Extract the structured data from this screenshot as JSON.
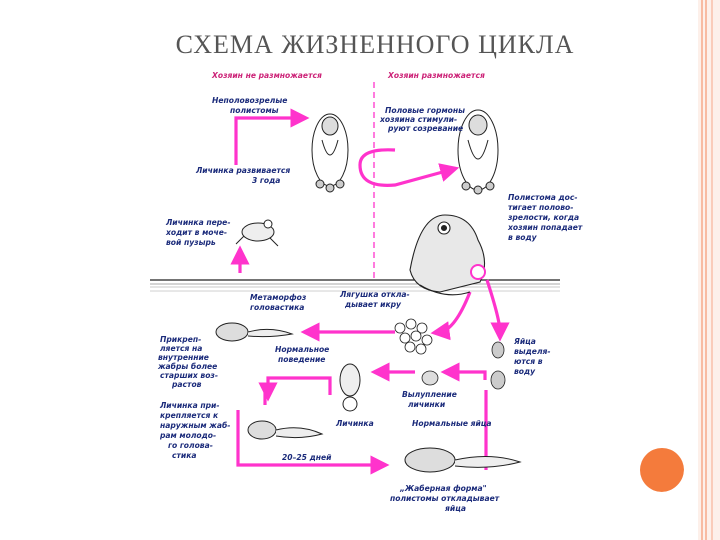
{
  "title": "СХЕМА ЖИЗНЕННОГО ЦИКЛА",
  "colors": {
    "accent": "#ff33cc",
    "label": "#1a2a7a",
    "border_orange": "#f6a98a",
    "circle_orange": "#f47b3c"
  },
  "labels": {
    "host_no_breed": "Хозяин не размножается",
    "host_breed": "Хозяин размножается",
    "immature_1": "Неполовозрелые",
    "immature_2": "полистомы",
    "hormones_1": "Половые гормоны",
    "hormones_2": "хозяина стимули-",
    "hormones_3": "руют созревание",
    "develops_1": "Личинка развивается",
    "develops_2": "3 года",
    "moves_1": "Личинка пере-",
    "moves_2": "ходит в моче-",
    "moves_3": "вой пузырь",
    "mature_1": "Полистома дос-",
    "mature_2": "тигает полово-",
    "mature_3": "зрелости, когда",
    "mature_4": "хозяин попадает",
    "mature_5": "в воду",
    "metamorph_1": "Метаморфоз",
    "metamorph_2": "головастика",
    "frog_eggs_1": "Лягушка откла-",
    "frog_eggs_2": "дывает икру",
    "attach_int_1": "Прикреп-",
    "attach_int_2": "ляется на",
    "attach_int_3": "внутренние",
    "attach_int_4": "жабры более",
    "attach_int_5": "старших воз-",
    "attach_int_6": "растов",
    "normal_beh_1": "Нормальное",
    "normal_beh_2": "поведение",
    "eggs_release_1": "Яйца",
    "eggs_release_2": "выделя-",
    "eggs_release_3": "ются в",
    "eggs_release_4": "воду",
    "hatch_1": "Вылупление",
    "hatch_2": "личинки",
    "normal_eggs": "Нормальные яйца",
    "larva": "Личинка",
    "attach_ext_1": "Личинка при-",
    "attach_ext_2": "крепляется к",
    "attach_ext_3": "наружным жаб-",
    "attach_ext_4": "рам молодо-",
    "attach_ext_5": "го голова-",
    "attach_ext_6": "стика",
    "days": "20–25 дней",
    "gill_form_1": "„Жаберная форма\"",
    "gill_form_2": "полистомы откладывает",
    "gill_form_3": "яйца"
  }
}
